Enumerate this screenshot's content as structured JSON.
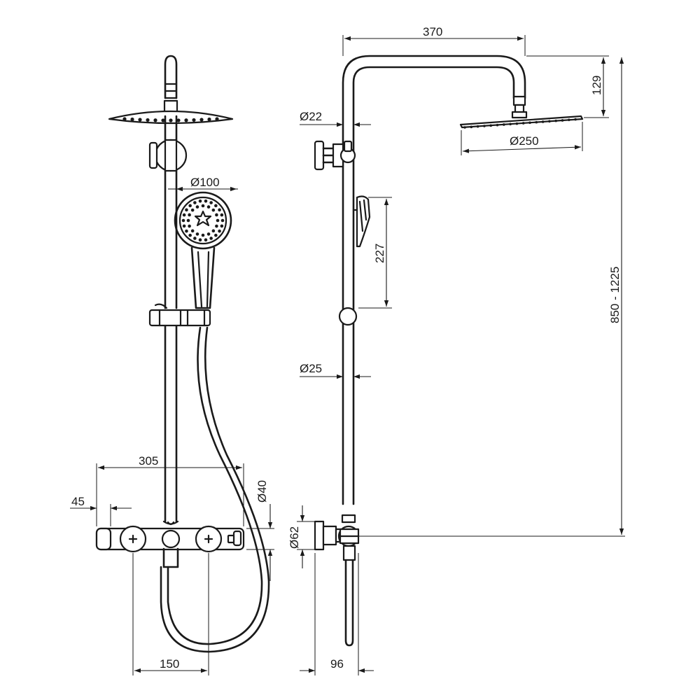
{
  "dimensions": {
    "front_view": {
      "hand_shower_diameter": "Ø100",
      "mixer_width": "305",
      "mixer_offset": "45",
      "connection_diameter": "Ø40",
      "inlet_spacing": "150"
    },
    "side_view": {
      "arm_length": "370",
      "upper_pipe_diameter": "Ø22",
      "head_drop": "129",
      "head_diameter": "Ø250",
      "hand_shower_length": "227",
      "lower_pipe_diameter": "Ø25",
      "height_range": "850 - 1225",
      "escutcheon_diameter": "Ø62",
      "wall_distance": "96"
    }
  }
}
